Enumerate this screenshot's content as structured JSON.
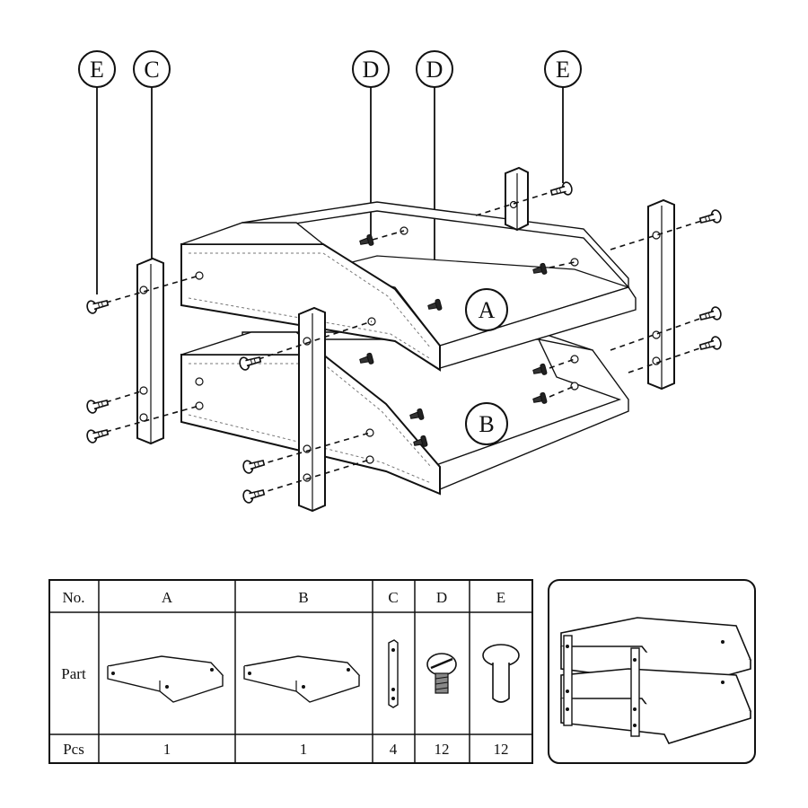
{
  "callouts": {
    "e_left": "E",
    "c_left": "C",
    "d_left": "D",
    "d_right": "D",
    "e_right": "E",
    "tray_a": "A",
    "tray_b": "B"
  },
  "parts_table": {
    "header_no": "No.",
    "header_part": "Part",
    "header_pcs": "Pcs",
    "columns": [
      {
        "id": "A",
        "pcs": "1"
      },
      {
        "id": "B",
        "pcs": "1"
      },
      {
        "id": "C",
        "pcs": "4"
      },
      {
        "id": "D",
        "pcs": "12"
      },
      {
        "id": "E",
        "pcs": "12"
      }
    ]
  },
  "icons": {
    "screw": "screw-icon",
    "bolt": "bolt-icon",
    "post": "support-post-icon",
    "tray": "tray-icon"
  }
}
